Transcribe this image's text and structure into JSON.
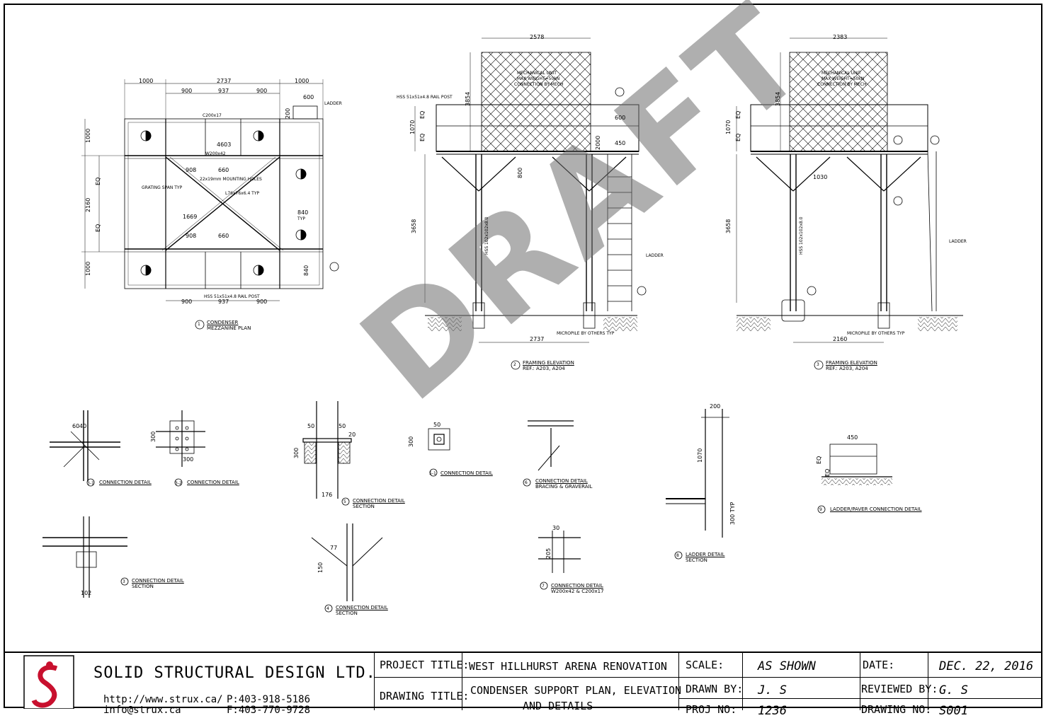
{
  "watermark": "DRAFT",
  "views": {
    "plan": {
      "caption_num": "1",
      "caption_title": "CONDENSER",
      "caption_sub": "MEZZANINE PLAN",
      "dims": [
        "1000",
        "2737",
        "1000",
        "900",
        "937",
        "900",
        "600",
        "4603",
        "2160",
        "EQ",
        "EQ",
        "1000",
        "1000",
        "660",
        "660",
        "908",
        "908",
        "840",
        "840",
        "900",
        "937",
        "900",
        "200"
      ],
      "labels": [
        "C200x17",
        "W200x42",
        "GRATING SPAN TYP",
        "22x19mm MOUNTING HOLES",
        "L76x76x6.4 TYP",
        "HSS 51x51x4.8 RAIL POST",
        "LADDER",
        "1669",
        "TYP"
      ]
    },
    "framing_elev_left": {
      "caption_num": "2",
      "caption_title": "FRAMING ELEVATION",
      "caption_sub": "REF.: A203, A204",
      "dims": [
        "2578",
        "3854",
        "1070",
        "EQ",
        "EQ",
        "600",
        "450",
        "2000",
        "800",
        "3658",
        "2737"
      ],
      "labels": [
        "MECHANICAL UNIT",
        "MAX WEIGHT=50kN",
        "CONNECTION BY MECH",
        "HSS 51x51x4.8 RAIL POST",
        "HSS 102x102x8.0",
        "LADDER",
        "MICROPILE BY OTHERS TYP"
      ]
    },
    "framing_elev_right": {
      "caption_num": "3",
      "caption_title": "FRAMING ELEVATION",
      "caption_sub": "REF.: A203, A204",
      "dims": [
        "2383",
        "3854",
        "1070",
        "EQ",
        "EQ",
        "3658",
        "2160",
        "1030"
      ],
      "labels": [
        "MECHANICAL UNIT",
        "MAX WEIGHT=50kN",
        "CONNECTION BY MECH",
        "HSS 102x102x8.0",
        "LADDER",
        "MICROPILE BY OTHERS TYP"
      ]
    }
  },
  "details": [
    {
      "num": "3-1",
      "title": "CONNECTION DETAIL",
      "sub": ""
    },
    {
      "num": "3-2",
      "title": "CONNECTION DETAIL",
      "sub": ""
    },
    {
      "num": "5",
      "title": "CONNECTION DETAIL",
      "sub": "SECTION"
    },
    {
      "num": "5-1",
      "title": "CONNECTION DETAIL",
      "sub": ""
    },
    {
      "num": "6",
      "title": "CONNECTION DETAIL",
      "sub": "BRACING & GRAVERAIL"
    },
    {
      "num": "3",
      "title": "CONNECTION DETAIL",
      "sub": "SECTION"
    },
    {
      "num": "4",
      "title": "CONNECTION DETAIL",
      "sub": "SECTION"
    },
    {
      "num": "7",
      "title": "CONNECTION DETAIL",
      "sub": "W200x42 & C200x17"
    },
    {
      "num": "8",
      "title": "LADDER DETAIL",
      "sub": "SECTION"
    },
    {
      "num": "9",
      "title": "LADDER/PAVER CONNECTION DETAIL",
      "sub": ""
    }
  ],
  "detail_dims": [
    "60",
    "40",
    "300",
    "300",
    "50",
    "50",
    "20",
    "300",
    "176",
    "50",
    "300",
    "200",
    "1070",
    "300 TYP",
    "450",
    "EQ",
    "EQ",
    "102",
    "205",
    "30",
    "77",
    "150"
  ],
  "title_block": {
    "company": "SOLID STRUCTURAL DESIGN LTD.",
    "web": "http://www.strux.ca/",
    "email": "info@strux.ca",
    "phone": "P:403-918-5186",
    "fax": "F:403-770-9728",
    "project_title_label": "PROJECT TITLE:",
    "project_title": "WEST HILLHURST ARENA RENOVATION",
    "drawing_title_label": "DRAWING TITLE:",
    "drawing_title_1": "CONDENSER SUPPORT PLAN, ELEVATION",
    "drawing_title_2": "AND DETAILS",
    "scale_label": "SCALE:",
    "scale": "AS SHOWN",
    "drawn_by_label": "DRAWN BY:",
    "drawn_by": "J. S",
    "proj_no_label": "PROJ NO:",
    "proj_no": "1236",
    "date_label": "DATE:",
    "date": "DEC. 22, 2016",
    "reviewed_by_label": "REVIEWED BY:",
    "reviewed_by": "G. S",
    "drawing_no_label": "DRAWING NO:",
    "drawing_no": "S001"
  },
  "colors": {
    "logo_red": "#c8102e",
    "ink": "#000000",
    "watermark": "#6e6e6e"
  }
}
